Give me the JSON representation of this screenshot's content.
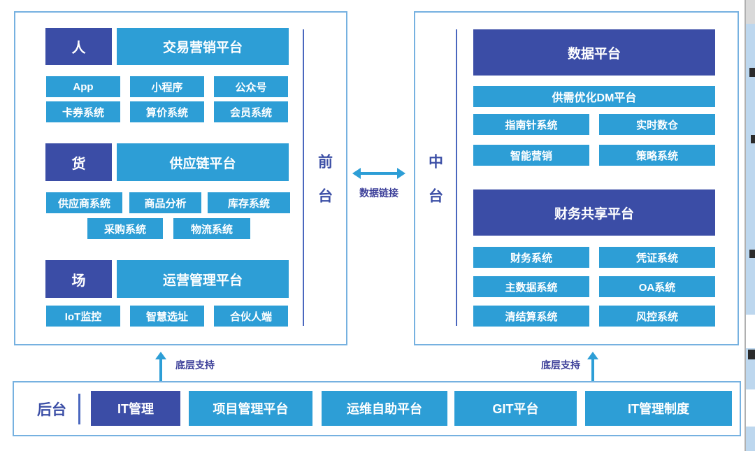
{
  "colors": {
    "dark_box": "#3b4da6",
    "light_box": "#2d9ed6",
    "panel_border": "#76b1e0",
    "divider": "#4a67be",
    "side_label": "#3c4fa6",
    "annotation": "#3c3f99",
    "arrow": "#2d9ed6",
    "edge_strip": "#bdd7ee"
  },
  "front_panel": {
    "label": "前台",
    "groups": [
      {
        "tag": "人",
        "platform": "交易营销平台",
        "systems": [
          [
            "App",
            "小程序",
            "公众号"
          ],
          [
            "卡券系统",
            "算价系统",
            "会员系统"
          ]
        ]
      },
      {
        "tag": "货",
        "platform": "供应链平台",
        "systems": [
          [
            "供应商系统",
            "商品分析",
            "库存系统"
          ],
          [
            "采购系统",
            "物流系统"
          ]
        ]
      },
      {
        "tag": "场",
        "platform": "运营管理平台",
        "systems": [
          [
            "IoT监控",
            "智慧选址",
            "合伙人端"
          ]
        ]
      }
    ]
  },
  "link": {
    "label": "数据链接"
  },
  "middle_panel": {
    "label": "中台",
    "groups": [
      {
        "platform": "数据平台",
        "subplatform": "供需优化DM平台",
        "systems": [
          [
            "指南针系统",
            "实时数仓"
          ],
          [
            "智能营销",
            "策略系统"
          ]
        ]
      },
      {
        "platform": "财务共享平台",
        "systems": [
          [
            "财务系统",
            "凭证系统"
          ],
          [
            "主数据系统",
            "OA系统"
          ],
          [
            "清结算系统",
            "风控系统"
          ]
        ]
      }
    ]
  },
  "support": {
    "left": "底层支持",
    "right": "底层支持"
  },
  "back_panel": {
    "label": "后台",
    "primary": "IT管理",
    "systems": [
      "项目管理平台",
      "运维自助平台",
      "GIT平台",
      "IT管理制度"
    ]
  }
}
